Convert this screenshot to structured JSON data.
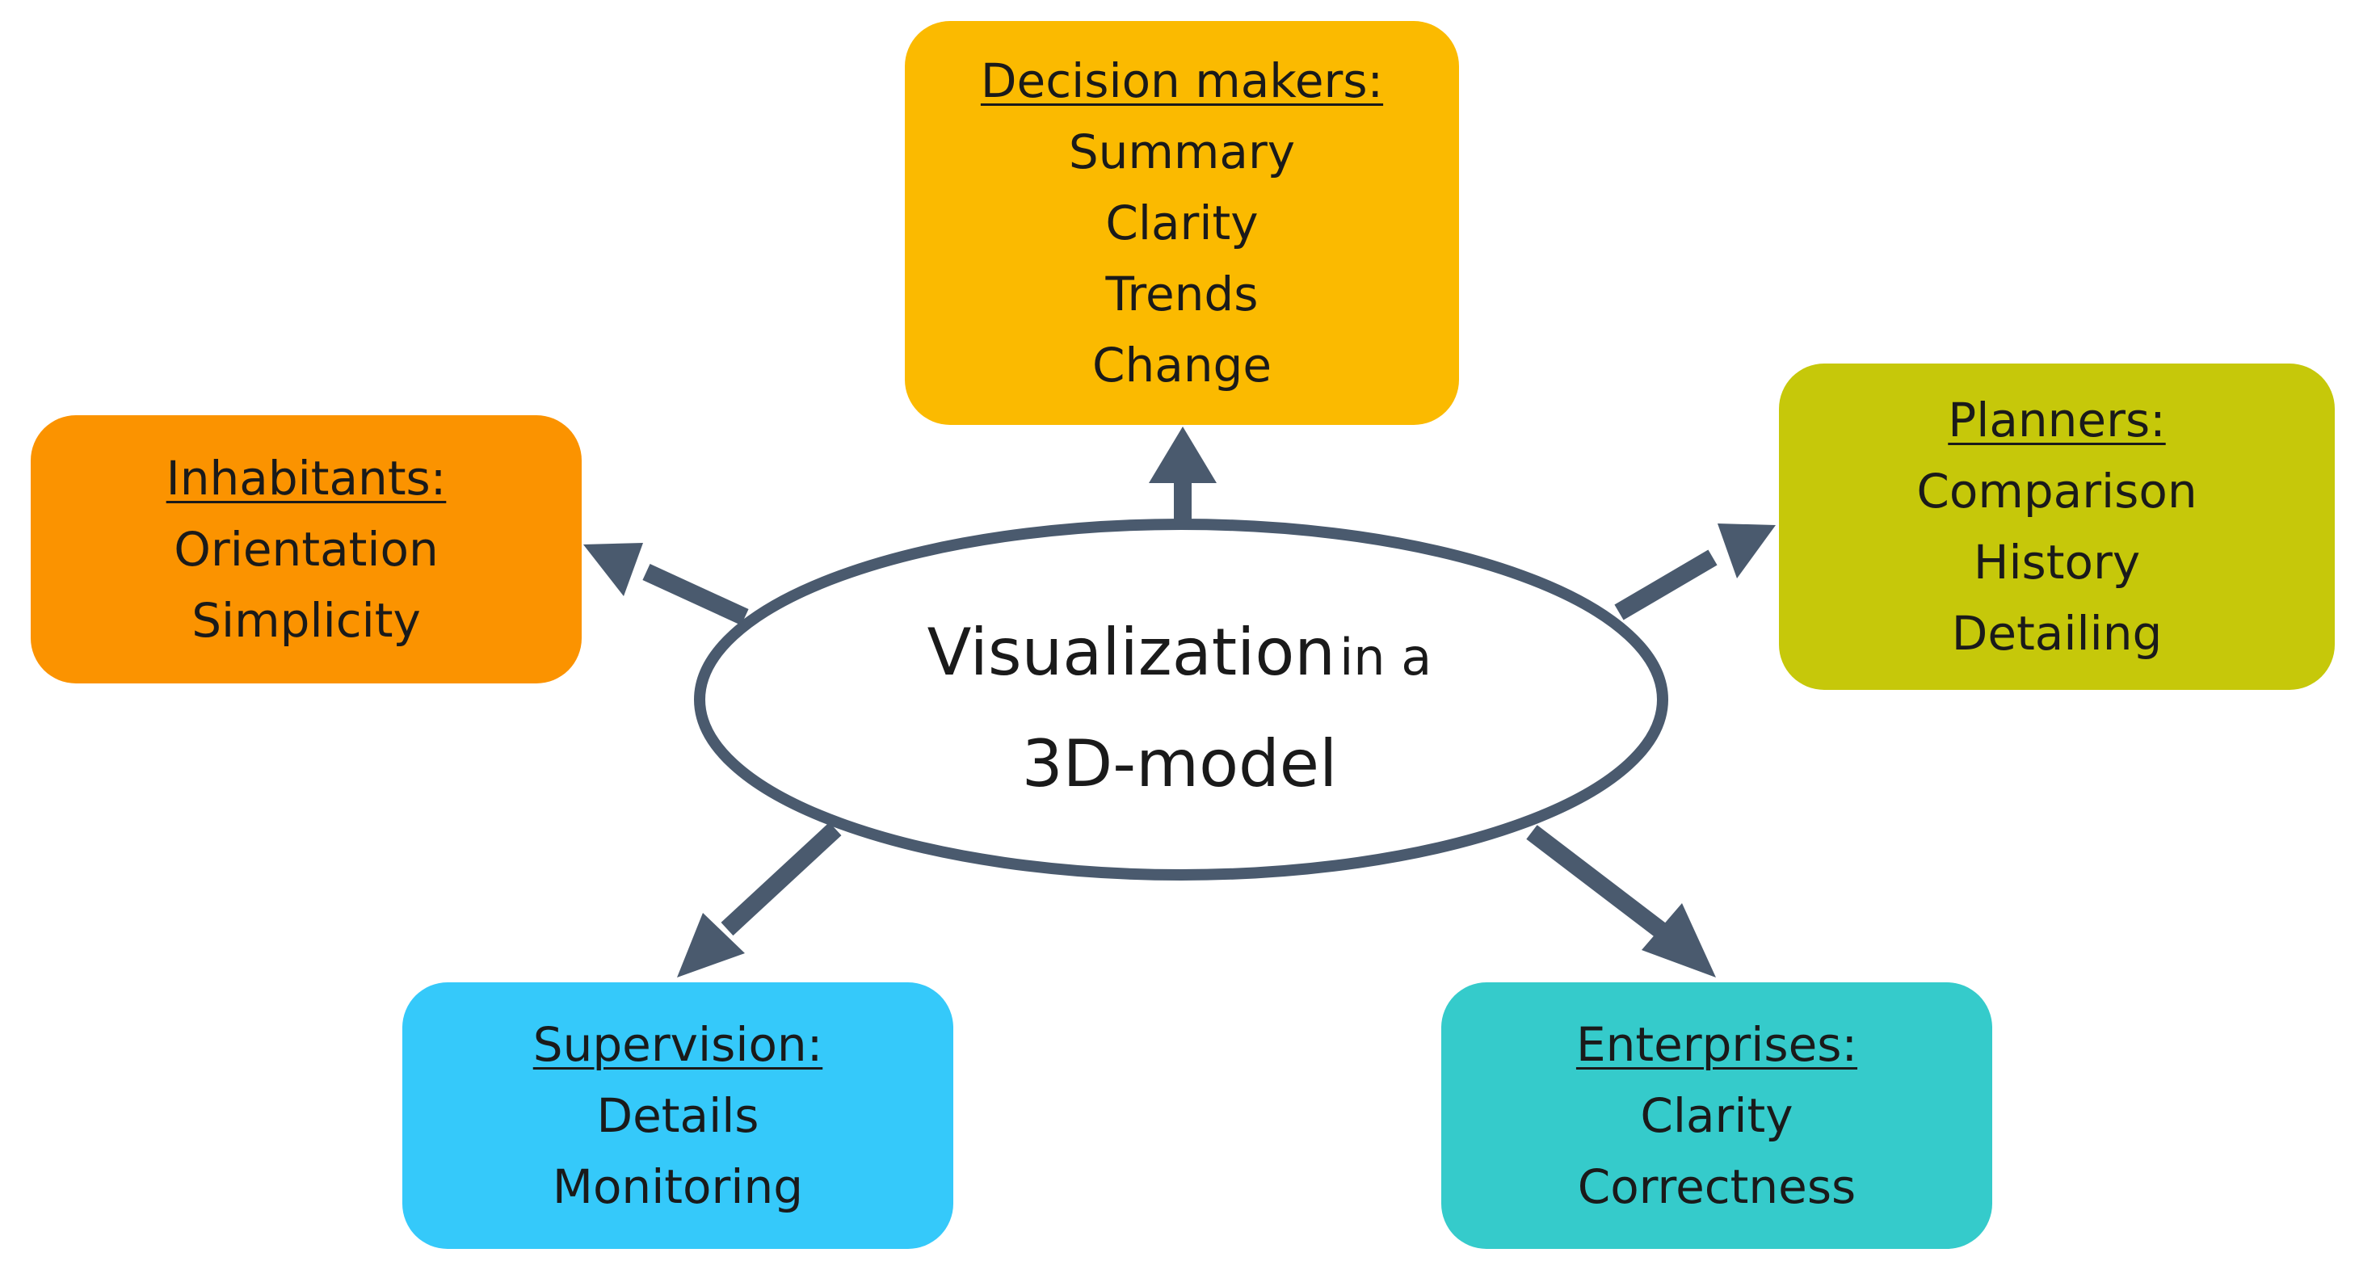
{
  "colors": {
    "decision_makers": "#FBBA00",
    "inhabitants": "#FB9300",
    "planners": "#C6C80A",
    "supervision": "#35C9FA",
    "enterprises": "#35CBCB",
    "arrow": "#4A5A6E",
    "ellipse_stroke": "#4A5A6E"
  },
  "center": {
    "word_1": "Visualization",
    "word_2": "in a",
    "line_2": "3D-model"
  },
  "nodes": {
    "decision_makers": {
      "title": "Decision makers:",
      "items": [
        "Summary",
        "Clarity",
        "Trends",
        "Change"
      ]
    },
    "inhabitants": {
      "title": "Inhabitants:",
      "items": [
        "Orientation",
        "Simplicity"
      ]
    },
    "planners": {
      "title": "Planners:",
      "items": [
        "Comparison",
        "History",
        "Detailing"
      ]
    },
    "supervision": {
      "title": "Supervision:",
      "items": [
        "Details",
        "Monitoring"
      ]
    },
    "enterprises": {
      "title": "Enterprises:",
      "items": [
        "Clarity",
        "Correctness"
      ]
    }
  }
}
